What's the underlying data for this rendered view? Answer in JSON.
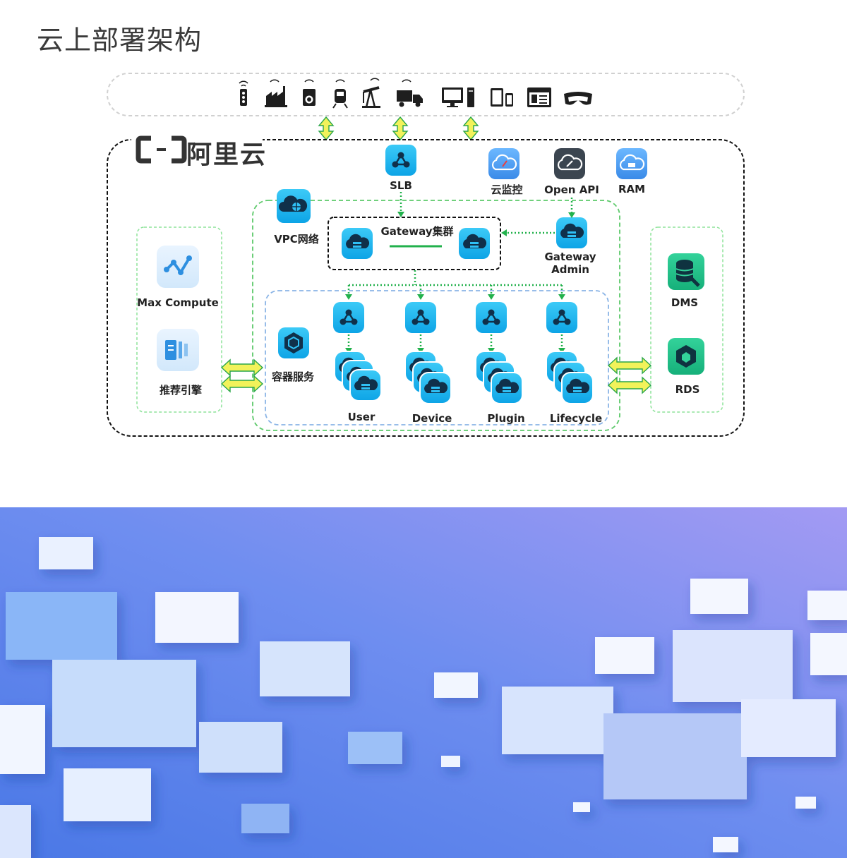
{
  "title": "云上部署架构",
  "brand": {
    "name": "阿里云"
  },
  "colors": {
    "node_cyan": "#12b2f0",
    "line_green": "#22b14c",
    "dashed_green": "#5cc96a",
    "dashed_blue": "#8ab4e6",
    "arrow_yellow": "#f0f05a",
    "banner_start": "#4f7ee8",
    "banner_end": "#9b8ff2"
  },
  "devices": {
    "icons": [
      "traffic-light-icon",
      "factory-icon",
      "washing-machine-icon",
      "train-icon",
      "oil-pump-icon",
      "truck-icon",
      "desktop-computer-icon",
      "tablet-phone-icon",
      "browser-window-icon",
      "vr-headset-icon"
    ]
  },
  "cloud_services": {
    "slb": "SLB",
    "monitor": "云监控",
    "open_api": "Open API",
    "ram": "RAM"
  },
  "vpc": {
    "label": "VPC网络"
  },
  "gateway_cluster": {
    "label": "Gateway集群"
  },
  "gateway_admin": {
    "line1": "Gateway",
    "line2": "Admin"
  },
  "container": {
    "label": "容器服务"
  },
  "microservices": [
    "User",
    "Device",
    "Plugin",
    "Lifecycle"
  ],
  "left_panel": {
    "max_compute": "Max Compute",
    "recommend": "推荐引擎"
  },
  "right_panel": {
    "dms": "DMS",
    "rds": "RDS"
  }
}
